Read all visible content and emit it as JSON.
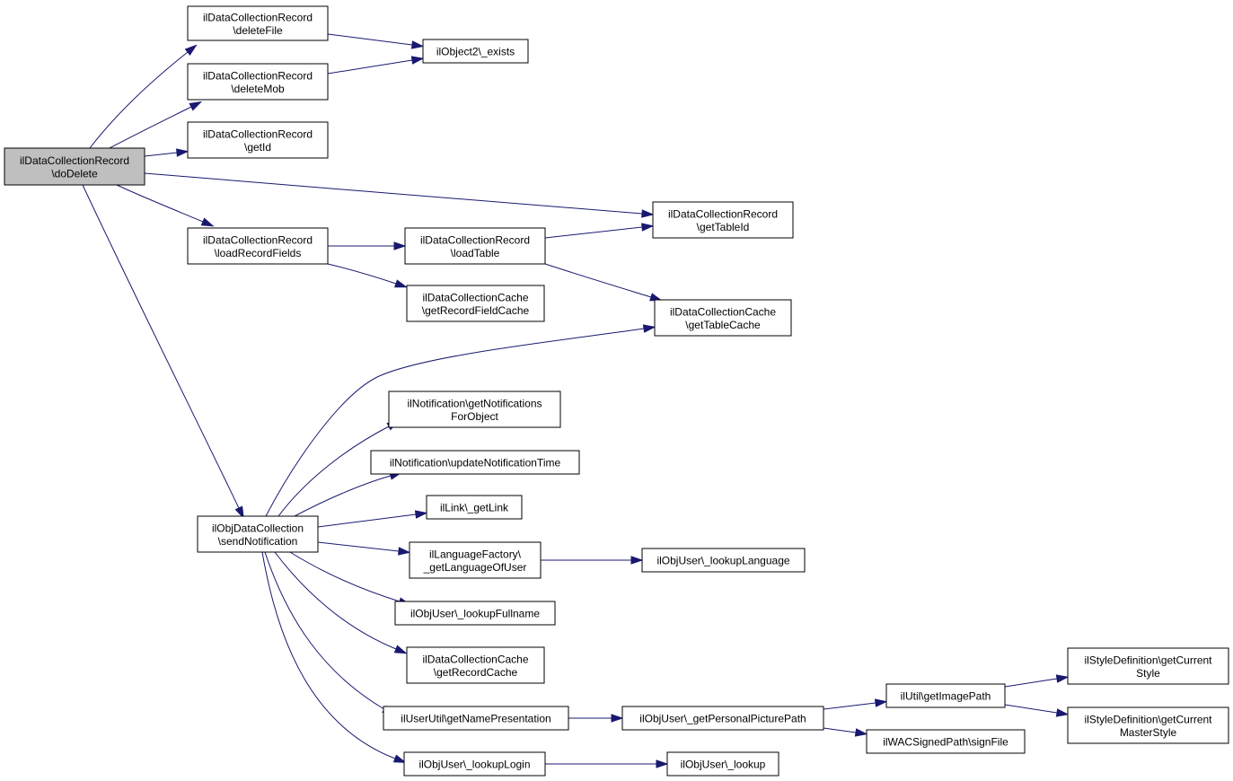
{
  "diagram": {
    "nodes": [
      {
        "id": "doDelete",
        "lines": [
          "ilDataCollectionRecord",
          "\\doDelete"
        ],
        "root": true
      },
      {
        "id": "deleteFile",
        "lines": [
          "ilDataCollectionRecord",
          "\\deleteFile"
        ]
      },
      {
        "id": "deleteMob",
        "lines": [
          "ilDataCollectionRecord",
          "\\deleteMob"
        ]
      },
      {
        "id": "getId",
        "lines": [
          "ilDataCollectionRecord",
          "\\getId"
        ]
      },
      {
        "id": "loadRecordFields",
        "lines": [
          "ilDataCollectionRecord",
          "\\loadRecordFields"
        ]
      },
      {
        "id": "sendNotification",
        "lines": [
          "ilObjDataCollection",
          "\\sendNotification"
        ]
      },
      {
        "id": "objExists",
        "lines": [
          "ilObject2\\_exists"
        ]
      },
      {
        "id": "getTableId",
        "lines": [
          "ilDataCollectionRecord",
          "\\getTableId"
        ]
      },
      {
        "id": "loadTable",
        "lines": [
          "ilDataCollectionRecord",
          "\\loadTable"
        ]
      },
      {
        "id": "getRecordFieldCache",
        "lines": [
          "ilDataCollectionCache",
          "\\getRecordFieldCache"
        ]
      },
      {
        "id": "getTableCache",
        "lines": [
          "ilDataCollectionCache",
          "\\getTableCache"
        ]
      },
      {
        "id": "getNotificationsForObject",
        "lines": [
          "ilNotification\\getNotifications",
          "ForObject"
        ]
      },
      {
        "id": "updateNotificationTime",
        "lines": [
          "ilNotification\\updateNotificationTime"
        ]
      },
      {
        "id": "getLink",
        "lines": [
          "ilLink\\_getLink"
        ]
      },
      {
        "id": "getLanguageOfUser",
        "lines": [
          "ilLanguageFactory\\",
          "_getLanguageOfUser"
        ]
      },
      {
        "id": "lookupLanguage",
        "lines": [
          "ilObjUser\\_lookupLanguage"
        ]
      },
      {
        "id": "lookupFullname",
        "lines": [
          "ilObjUser\\_lookupFullname"
        ]
      },
      {
        "id": "getRecordCache",
        "lines": [
          "ilDataCollectionCache",
          "\\getRecordCache"
        ]
      },
      {
        "id": "getNamePresentation",
        "lines": [
          "ilUserUtil\\getNamePresentation"
        ]
      },
      {
        "id": "getPersonalPicturePath",
        "lines": [
          "ilObjUser\\_getPersonalPicturePath"
        ]
      },
      {
        "id": "getImagePath",
        "lines": [
          "ilUtil\\getImagePath"
        ]
      },
      {
        "id": "signFile",
        "lines": [
          "ilWACSignedPath\\signFile"
        ]
      },
      {
        "id": "getCurrentStyle",
        "lines": [
          "ilStyleDefinition\\getCurrent",
          "Style"
        ]
      },
      {
        "id": "getCurrentMasterStyle",
        "lines": [
          "ilStyleDefinition\\getCurrent",
          "MasterStyle"
        ]
      },
      {
        "id": "lookupLogin",
        "lines": [
          "ilObjUser\\_lookupLogin"
        ]
      },
      {
        "id": "lookup",
        "lines": [
          "ilObjUser\\_lookup"
        ]
      }
    ],
    "edges": [
      {
        "from": "doDelete",
        "to": "deleteFile"
      },
      {
        "from": "doDelete",
        "to": "deleteMob"
      },
      {
        "from": "doDelete",
        "to": "getId"
      },
      {
        "from": "doDelete",
        "to": "getTableId"
      },
      {
        "from": "doDelete",
        "to": "loadRecordFields"
      },
      {
        "from": "doDelete",
        "to": "sendNotification"
      },
      {
        "from": "deleteFile",
        "to": "objExists"
      },
      {
        "from": "deleteMob",
        "to": "objExists"
      },
      {
        "from": "loadRecordFields",
        "to": "loadTable"
      },
      {
        "from": "loadRecordFields",
        "to": "getRecordFieldCache"
      },
      {
        "from": "loadTable",
        "to": "getTableId"
      },
      {
        "from": "loadTable",
        "to": "getTableCache"
      },
      {
        "from": "sendNotification",
        "to": "getTableCache"
      },
      {
        "from": "sendNotification",
        "to": "getNotificationsForObject"
      },
      {
        "from": "sendNotification",
        "to": "updateNotificationTime"
      },
      {
        "from": "sendNotification",
        "to": "getLink"
      },
      {
        "from": "sendNotification",
        "to": "getLanguageOfUser"
      },
      {
        "from": "sendNotification",
        "to": "lookupFullname"
      },
      {
        "from": "sendNotification",
        "to": "getRecordCache"
      },
      {
        "from": "sendNotification",
        "to": "getNamePresentation"
      },
      {
        "from": "sendNotification",
        "to": "lookupLogin"
      },
      {
        "from": "getLanguageOfUser",
        "to": "lookupLanguage"
      },
      {
        "from": "getNamePresentation",
        "to": "getPersonalPicturePath"
      },
      {
        "from": "getPersonalPicturePath",
        "to": "getImagePath"
      },
      {
        "from": "getPersonalPicturePath",
        "to": "signFile"
      },
      {
        "from": "getImagePath",
        "to": "getCurrentStyle"
      },
      {
        "from": "getImagePath",
        "to": "getCurrentMasterStyle"
      },
      {
        "from": "lookupLogin",
        "to": "lookup"
      }
    ]
  }
}
